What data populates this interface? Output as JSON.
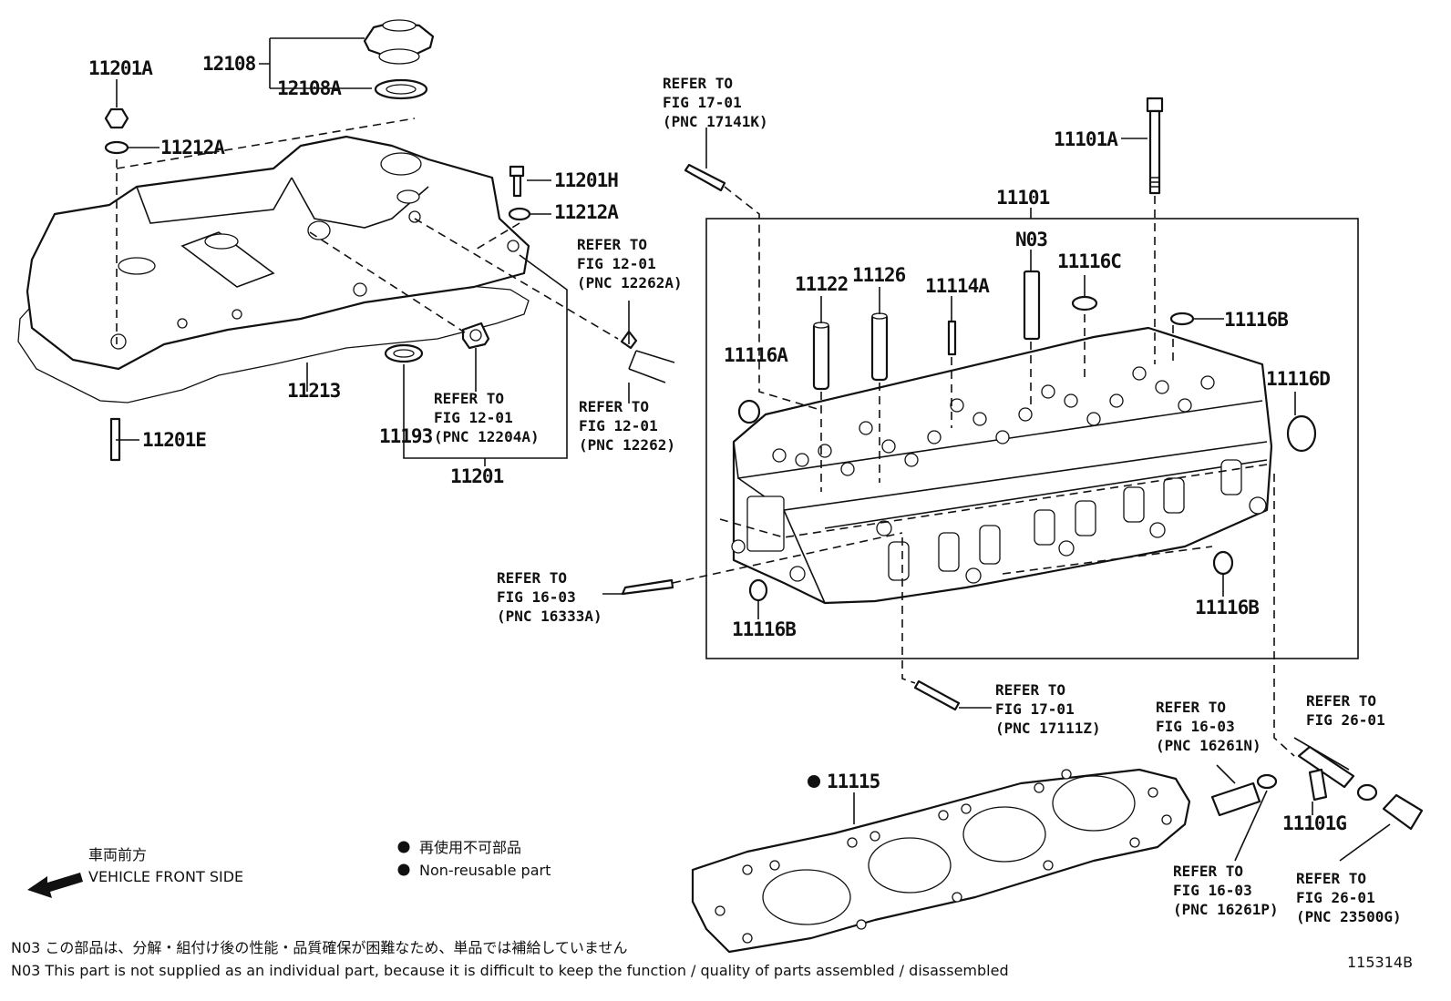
{
  "parts": {
    "p11201A_top": "11201A",
    "p12108": "12108",
    "p12108A": "12108A",
    "p11212A_top": "11212A",
    "p11201H": "11201H",
    "p11212A_mid": "11212A",
    "p11213": "11213",
    "p11201E": "11201E",
    "p11193": "11193",
    "p11201": "11201",
    "p11101A": "11101A",
    "p11101": "11101",
    "pN03": "N03",
    "p11122": "11122",
    "p11126": "11126",
    "p11114A": "11114A",
    "p11116C": "11116C",
    "p11116B_r": "11116B",
    "p11116A": "11116A",
    "p11116D": "11116D",
    "p11116B_l": "11116B",
    "p11116B_b": "11116B",
    "p11115": "11115",
    "p11101G": "11101G"
  },
  "refs": {
    "r17141K": [
      "REFER TO",
      "FIG 17-01",
      "(PNC 17141K)"
    ],
    "r12262A": [
      "REFER TO",
      "FIG 12-01",
      "(PNC 12262A)"
    ],
    "r12204A": [
      "REFER TO",
      "FIG 12-01",
      "(PNC 12204A)"
    ],
    "r12262": [
      "REFER TO",
      "FIG 12-01",
      "(PNC 12262)"
    ],
    "r16333A": [
      "REFER TO",
      "FIG 16-03",
      "(PNC 16333A)"
    ],
    "r17111Z": [
      "REFER TO",
      "FIG 17-01",
      "(PNC 17111Z)"
    ],
    "r16261N": [
      "REFER TO",
      "FIG 16-03",
      "(PNC 16261N)"
    ],
    "r26_01": [
      "REFER TO",
      "FIG 26-01"
    ],
    "r16261P": [
      "REFER TO",
      "FIG 16-03",
      "(PNC 16261P)"
    ],
    "r23500G": [
      "REFER TO",
      "FIG 26-01",
      "(PNC 23500G)"
    ]
  },
  "legend": {
    "non_reusable_jp": "再使用不可部品",
    "non_reusable_en": "Non-reusable part",
    "front_jp": "車両前方",
    "front_en": "VEHICLE FRONT SIDE"
  },
  "notes": {
    "n03_jp": "N03  この部品は、分解・組付け後の性能・品質確保が困難なため、単品では補給していません",
    "n03_en": "N03  This part is not supplied as an individual part, because it is difficult to keep the function / quality of parts  assembled / disassembled"
  },
  "figure_id": "115314B"
}
